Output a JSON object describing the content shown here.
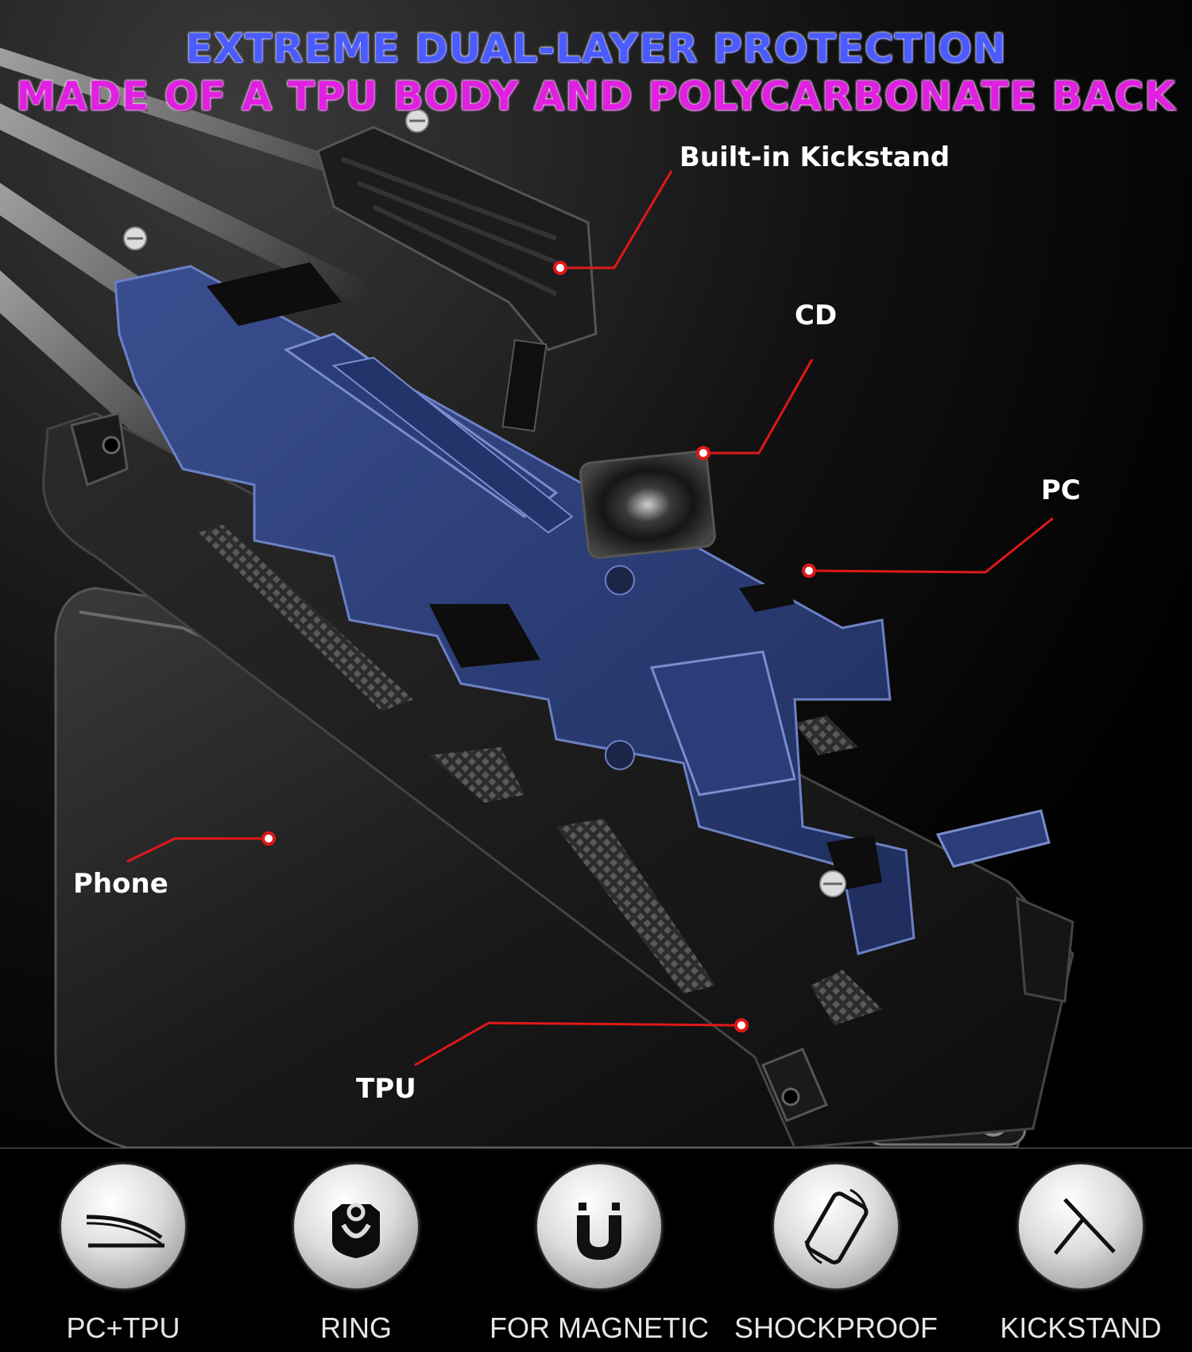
{
  "headline": {
    "line1": "EXTREME DUAL-LAYER PROTECTION",
    "line2": "MADE OF A TPU BODY AND POLYCARBONATE BACK"
  },
  "callouts": {
    "kickstand": "Built-in Kickstand",
    "cd": "CD",
    "pc": "PC",
    "phone": "Phone",
    "tpu": "TPU"
  },
  "features": [
    {
      "label": "PC+TPU",
      "icon": "layers-icon"
    },
    {
      "label": "RING",
      "icon": "ring-icon"
    },
    {
      "label": "FOR MAGNETIC",
      "icon": "magnet-icon"
    },
    {
      "label": "SHOCKPROOF",
      "icon": "phone-icon"
    },
    {
      "label": "KICKSTAND",
      "icon": "kickstand-icon"
    }
  ],
  "colors": {
    "headline_line1": "#4a5cff",
    "headline_line2": "#e020e0",
    "case_blue": "#2a3d78",
    "leader_red": "#e01818",
    "background": "#000000"
  }
}
